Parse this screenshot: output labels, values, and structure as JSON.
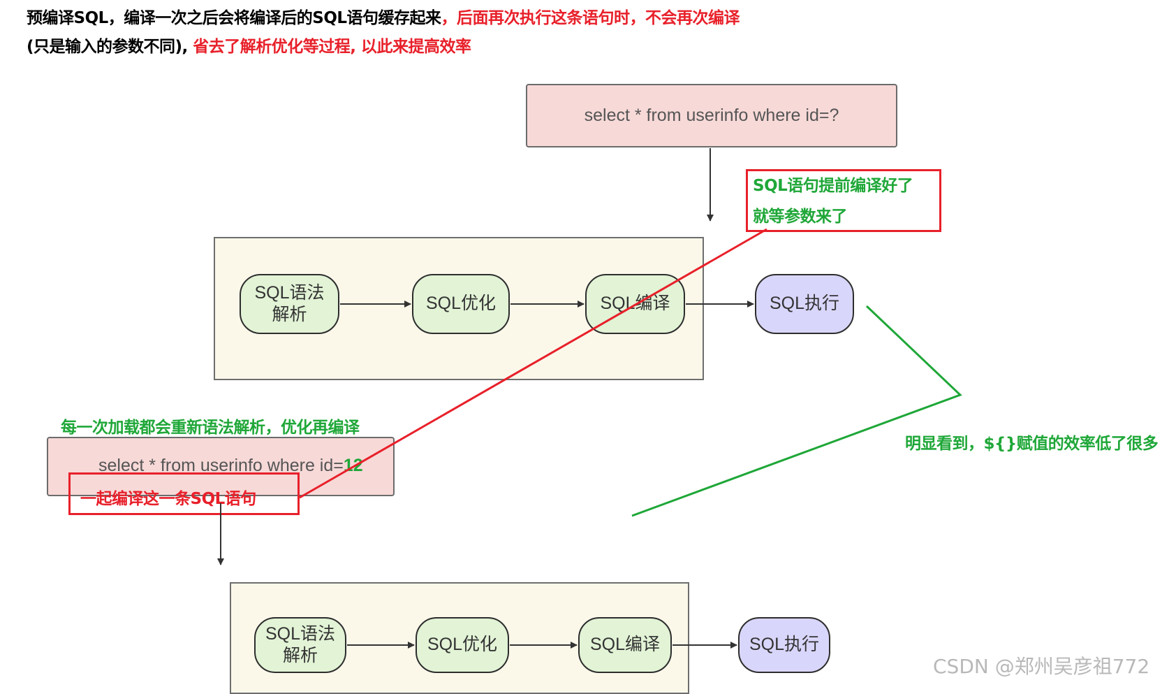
{
  "header": {
    "line1_black": "预编译SQL，编译一次之后会将编译后的SQL语句缓存起来",
    "line1_red": "，后面再次执行这条语句时，不会再次编译",
    "line2_black": "(只是输入的参数不同),",
    "line2_red": "省去了解析优化等过程, 以此来提高效率"
  },
  "top_flow": {
    "query": "select * from userinfo where id=?",
    "annotation_line1": "SQL语句提前编译好了",
    "annotation_line2": "就等参数来了",
    "nodes": [
      "SQL语法\n解析",
      "SQL优化",
      "SQL编译",
      "SQL执行"
    ]
  },
  "bottom_flow": {
    "caption": "每一次加载都会重新语法解析，优化再编译",
    "query": "select * from userinfo where id=",
    "query_param": "12",
    "annotation": "一起编译这一条SQL语句",
    "nodes": [
      "SQL语法\n解析",
      "SQL优化",
      "SQL编译",
      "SQL执行"
    ]
  },
  "comparison_note": "明显看到，${}赋值的效率低了很多",
  "watermark": "CSDN @郑州吴彦祖772",
  "colors": {
    "annotation_red": "#e8202a",
    "annotation_green": "#1fa738",
    "query_box": "#f7d9d8",
    "stage_bg": "#fbf8ea",
    "node_green": "#e2f3d6",
    "node_purple": "#d9d6fb"
  }
}
